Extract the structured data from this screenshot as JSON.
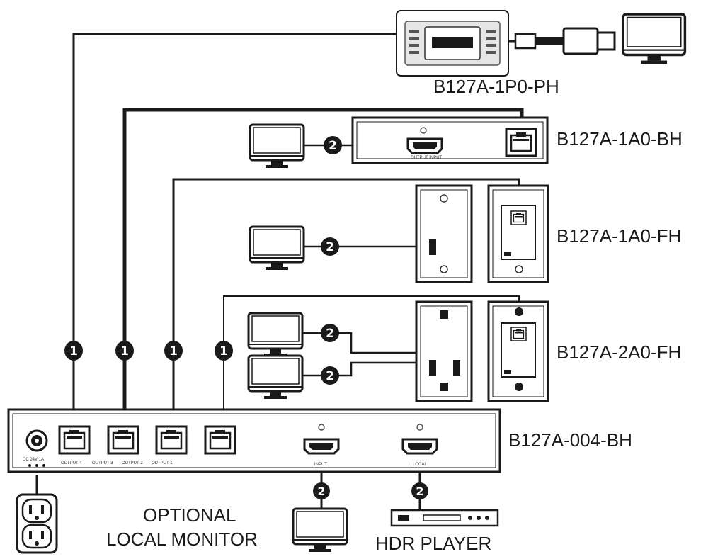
{
  "labels": {
    "transmitter_pocket": "B127A-1P0-PH",
    "receiver_box": "B127A-1A0-BH",
    "receiver_wall_1": "B127A-1A0-FH",
    "receiver_wall_2": "B127A-2A0-FH",
    "splitter": "B127A-004-BH",
    "optional_monitor_line1": "OPTIONAL",
    "optional_monitor_line2": "LOCAL MONITOR",
    "hdr_player": "HDR PLAYER"
  },
  "splitter_ports": {
    "power": "DC 24V 1A",
    "output_4": "OUTPUT 4",
    "output_3": "OUTPUT 3",
    "output_2": "OUTPUT 2",
    "output_1": "OUTPUT 1",
    "input": "INPUT",
    "local": "LOCAL"
  },
  "receiver_box_port": "OUTPUT INPUT",
  "markers": {
    "cat_cable": "1",
    "hdmi_cable": "2"
  },
  "colors": {
    "line": "#1a1a1a",
    "device_fill": "#ffffff"
  },
  "icons": {
    "monitor": "monitor-icon",
    "rj45_port": "rj45-port-icon",
    "hdmi_port": "hdmi-port-icon",
    "power_outlet": "power-outlet-icon",
    "hdr_player": "hdr-player-icon"
  }
}
